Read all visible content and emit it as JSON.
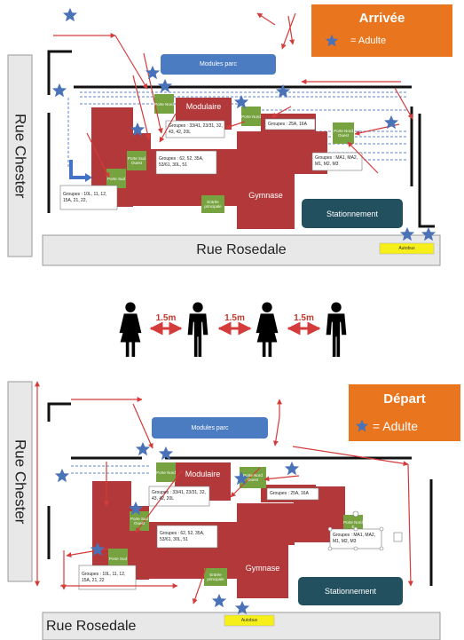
{
  "streets": {
    "chester": "Rue Chester",
    "rosedale": "Rue Rosedale"
  },
  "arrival": {
    "legend_title": "Arrivée",
    "legend_text": "= Adulte",
    "modules": "Modules parc",
    "modulaire": "Modulaire",
    "gymnase": "Gymnase",
    "stationnement": "Stationnement",
    "autobus": "Autobus",
    "doors": {
      "porte_nord_left": "Porte Nord",
      "porte_nord_mid": "Porte Nord",
      "porte_nord_right": "Porte Nord Ouest",
      "porte_sud_left": "Porte Sud",
      "porte_sud_ouest": "Porte Sud Ouest",
      "entree": "Entrée principale"
    },
    "groups": {
      "g1": "Groupes : 33/41, 23/31, 32, 43, 42, 20L",
      "g2": "Groupes : 62, 52, 35A, 53/61, 30L, 51",
      "g3": "Groupes : 25A, 16A",
      "g4": "Groupes : MA1, MA2, M1, M2, M3",
      "g5": "Groupes : 10L, 11, 12, 15A, 21, 22,"
    }
  },
  "distancing": {
    "label1": "1.5m",
    "label2": "1.5m",
    "label3": "1.5m"
  },
  "departure": {
    "legend_title": "Départ",
    "legend_text": "= Adulte",
    "modules": "Modules parc",
    "modulaire": "Modulaire",
    "gymnase": "Gymnase",
    "stationnement": "Stationnement",
    "autobus": "Autobus",
    "doors": {
      "porte_nord_left": "Porte Nord",
      "porte_nord_right": "Porte Nord Ouest",
      "porte_est": "Porte Nord E",
      "porte_sud_ouest": "Porte Sud Ouest",
      "porte_sud": "Porte Sud",
      "entree": "Entrée principale"
    },
    "groups": {
      "g1": "Groupes : 33/41, 23/31, 32, 43, 42, 20L",
      "g2": "Groupes : 62, 52, 35A, 53/61, 30L, 51",
      "g3": "Groupes : 25A, 16A",
      "g4": "Groupes : MA1, MA2, M1, M2, M3",
      "g5": "Groupes : 10L, 11, 12, 15A, 21, 22"
    }
  },
  "colors": {
    "legend": "#e9761f",
    "building": "#b2383a",
    "door": "#76a33f",
    "modules": "#4b7cc1",
    "parking": "#22505f",
    "star": "#4a72b8",
    "arrow": "#d43b3b",
    "bus": "#f7ef1a"
  }
}
